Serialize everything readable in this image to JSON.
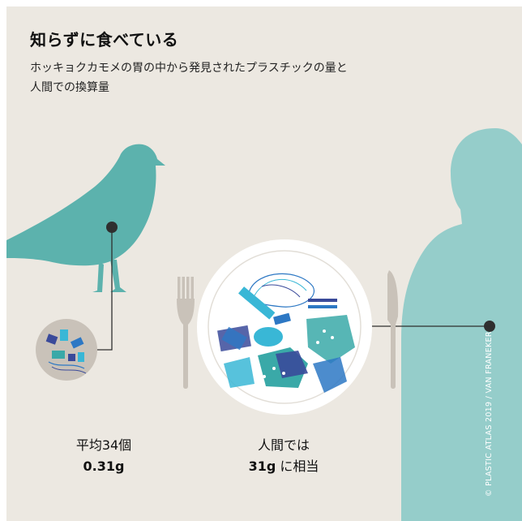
{
  "title": "知らずに食べている",
  "subtitle": {
    "line1": "ホッキョクカモメの胃の中から発見されたプラスチックの量と",
    "line2": "人間での換算量"
  },
  "bird_stat": {
    "line1": "平均34個",
    "value": "0.31g"
  },
  "human_stat": {
    "line1": "人間では",
    "value": "31g",
    "suffix": " に相当"
  },
  "credit": "© PLASTIC ATLAS 2019 / VAN FRANEKER",
  "colors": {
    "background": "#ece8e1",
    "bird": "#5cb2ad",
    "human": "#95cdca",
    "cutlery": "#c9c2b9",
    "plate": "#ffffff",
    "plate_rim": "#e2ded7",
    "marker": "#2f2f2f",
    "plastic_blue": "#2d78c4",
    "plastic_teal": "#3aa9a8",
    "plastic_navy": "#3a4a9a",
    "plastic_cyan": "#39b7d6"
  },
  "icons": {
    "bird": "seagull-icon",
    "human": "human-silhouette-icon",
    "fork": "fork-icon",
    "knife": "knife-icon",
    "plate": "plate-icon",
    "stomach_sample": "plastic-sample-icon"
  }
}
